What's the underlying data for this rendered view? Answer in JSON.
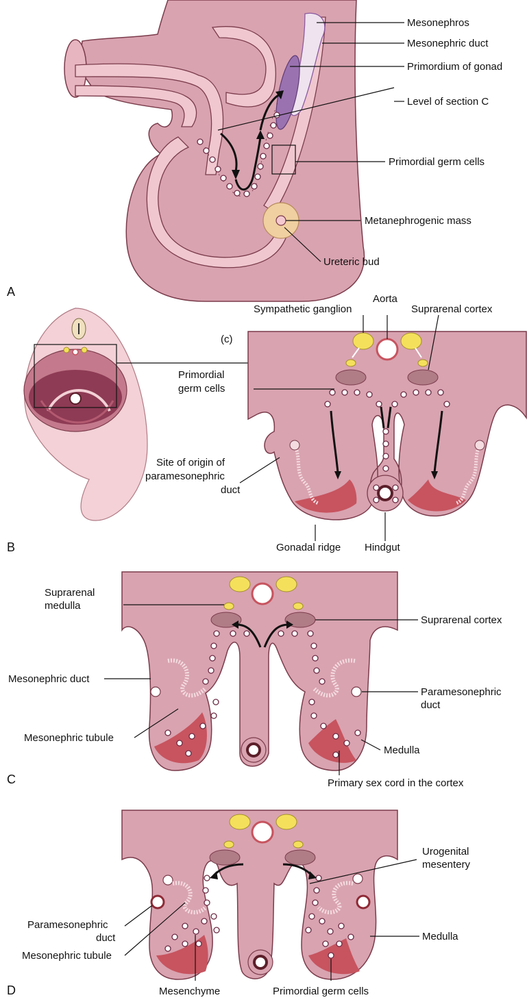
{
  "panels": {
    "a": "A",
    "b": "B",
    "c": "C",
    "d": "D",
    "c_inset": "(c)"
  },
  "panel_a": {
    "mesonephros": "Mesonephros",
    "mesonephric_duct": "Mesonephric duct",
    "primordium_gonad": "Primordium of gonad",
    "level_section_c": "Level of section C",
    "primordial_germ_cells": "Primordial germ cells",
    "metanephrogenic_mass": "Metanephrogenic mass",
    "ureteric_bud": "Ureteric bud"
  },
  "panel_b": {
    "aorta": "Aorta",
    "sympathetic_ganglion": "Sympathetic ganglion",
    "suprarenal_cortex": "Suprarenal cortex",
    "primordial_line1": "Primordial",
    "primordial_line2": "germ cells",
    "site_line1": "Site of origin of",
    "site_line2": "paramesonephric",
    "site_line3": "duct",
    "gonadal_ridge": "Gonadal ridge",
    "hindgut": "Hindgut"
  },
  "panel_c": {
    "suprarenal_line1": "Suprarenal",
    "suprarenal_line2": "medulla",
    "suprarenal_cortex": "Suprarenal cortex",
    "mesonephric_duct": "Mesonephric duct",
    "paramesonephric_line1": "Paramesonephric",
    "paramesonephric_line2": "duct",
    "mesonephric_tubule": "Mesonephric tubule",
    "medulla": "Medulla",
    "primary_sex_cord": "Primary sex cord in the cortex"
  },
  "panel_d": {
    "urogenital_line1": "Urogenital",
    "urogenital_line2": "mesentery",
    "paramesonephric_line1": "Paramesonephric",
    "paramesonephric_line2": "duct",
    "medulla": "Medulla",
    "mesonephric_tubule": "Mesonephric tubule",
    "mesenchyme": "Mesenchyme",
    "primordial_germ_cells": "Primordial germ cells"
  },
  "colors": {
    "tissue": "#d9a3b0",
    "tissue_light": "#f0c7cf",
    "cortex_red": "#c7545f",
    "ganglion_yellow": "#f5e05c",
    "gonad_purple": "#9b72b0",
    "metanephrogenic": "#f0cfa0"
  }
}
